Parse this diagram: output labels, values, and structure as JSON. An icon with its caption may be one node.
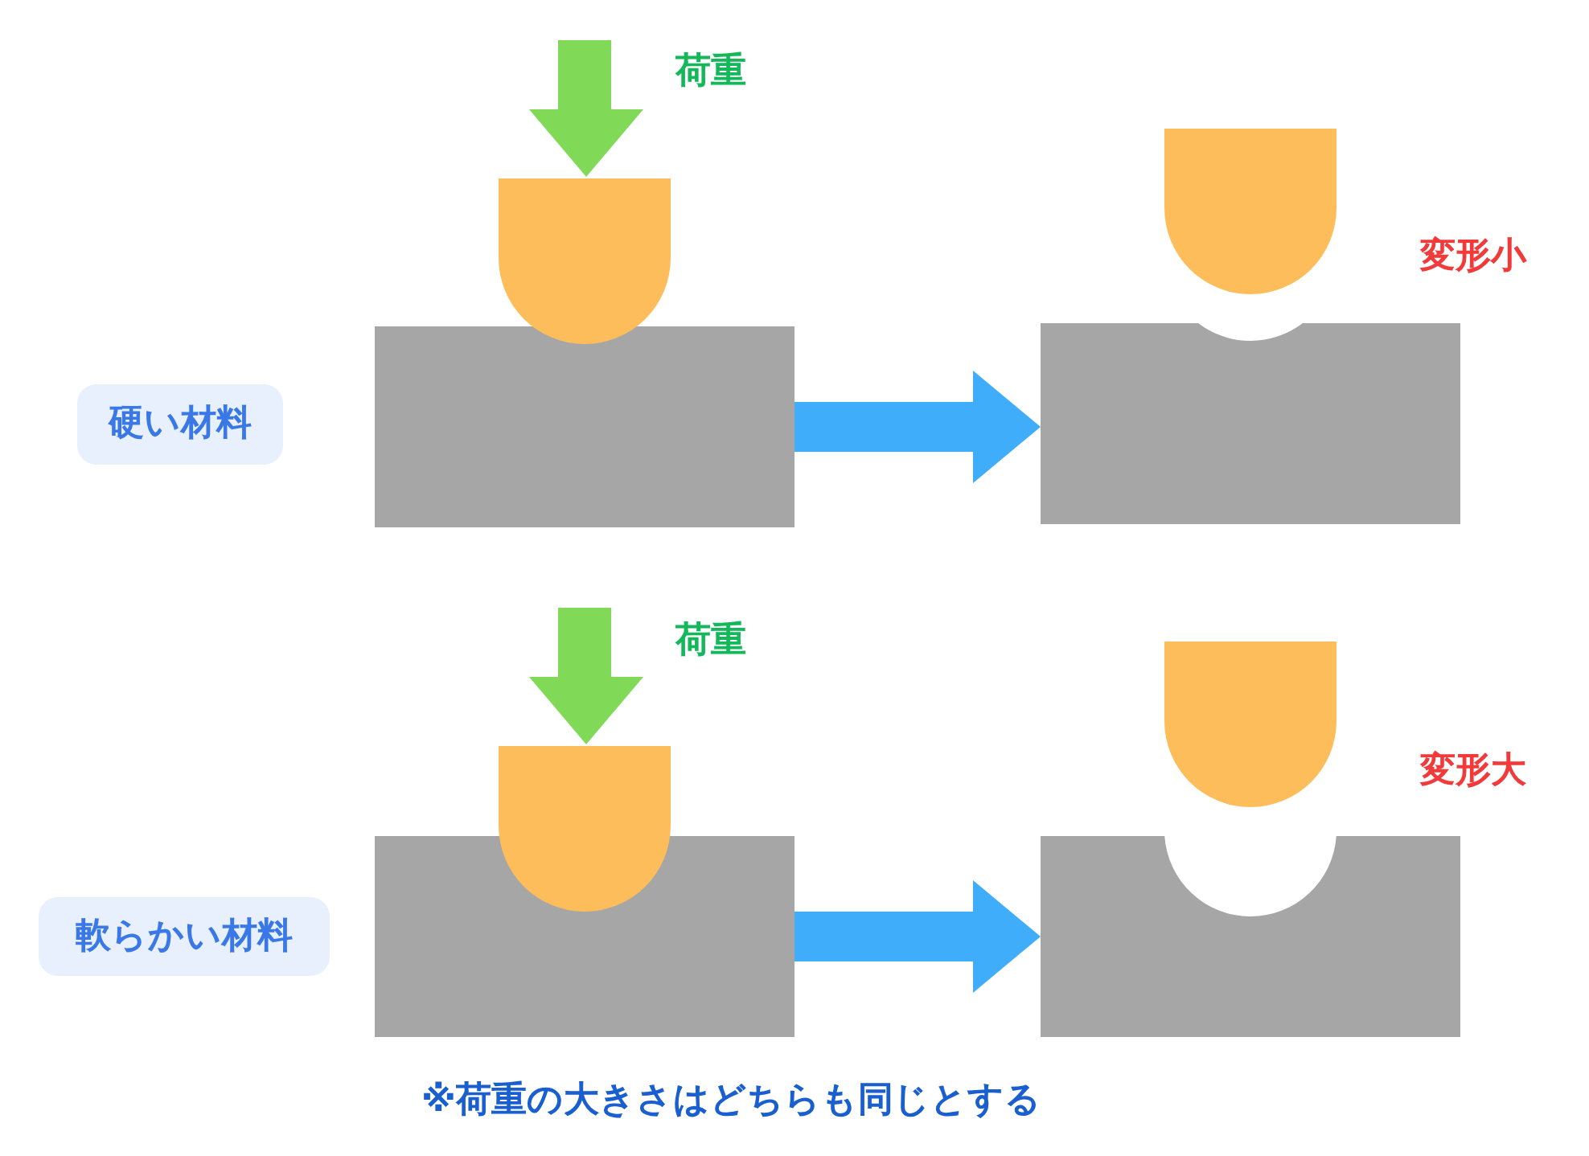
{
  "diagram": {
    "nodes": [
      {
        "text": [
          "硬い材料"
        ]
      },
      {
        "text": [],
        "shape": "box"
      },
      {
        "text": [],
        "shape": "box"
      },
      {
        "text": [
          "軟らかい材料"
        ]
      },
      {
        "text": [],
        "shape": "box"
      },
      {
        "text": [],
        "shape": "box"
      }
    ],
    "edges": [
      {
        "from": 1,
        "to": 2,
        "arrow": "to"
      },
      {
        "from": 4,
        "to": 5,
        "arrow": "to"
      }
    ],
    "labels": [
      "荷重",
      "変形小",
      "荷重",
      "変形大",
      "※荷重の大きさはどちらも同じとする"
    ]
  }
}
